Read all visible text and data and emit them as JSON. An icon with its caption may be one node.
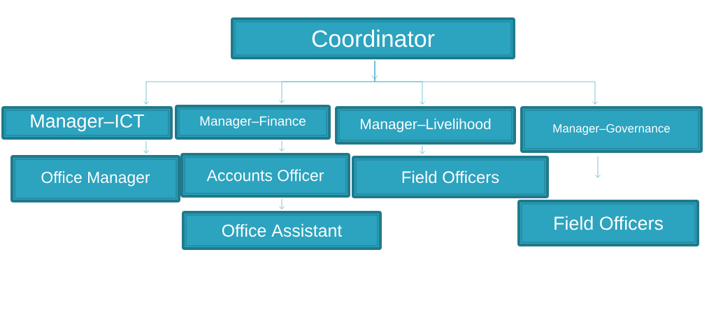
{
  "diagram": {
    "nodes": [
      {
        "text": [
          "Coordinator"
        ]
      },
      {
        "text": [
          "Manager–ICT"
        ]
      },
      {
        "text": [
          "Manager–Finance"
        ]
      },
      {
        "text": [
          "Manager–Livelihood"
        ]
      },
      {
        "text": [
          "Manager–Governance"
        ]
      },
      {
        "text": [
          "Office Manager"
        ]
      },
      {
        "text": [
          "Accounts Officer"
        ]
      },
      {
        "text": [
          "Field Officers"
        ]
      },
      {
        "text": [
          "Office Assistant"
        ]
      },
      {
        "text": [
          "Field Officers"
        ]
      }
    ],
    "edges": [
      {
        "from": 0,
        "to": 1,
        "arrow": "to"
      },
      {
        "from": 0,
        "to": 2,
        "arrow": "to"
      },
      {
        "from": 0,
        "to": 3,
        "arrow": "to"
      },
      {
        "from": 0,
        "to": 4,
        "arrow": "to"
      },
      {
        "from": 1,
        "to": 5,
        "arrow": "to"
      },
      {
        "from": 2,
        "to": 6,
        "arrow": "to"
      },
      {
        "from": 6,
        "to": 8,
        "arrow": "to"
      },
      {
        "from": 3,
        "to": 7,
        "arrow": "to"
      },
      {
        "from": 4,
        "to": 9,
        "arrow": "to"
      }
    ]
  }
}
